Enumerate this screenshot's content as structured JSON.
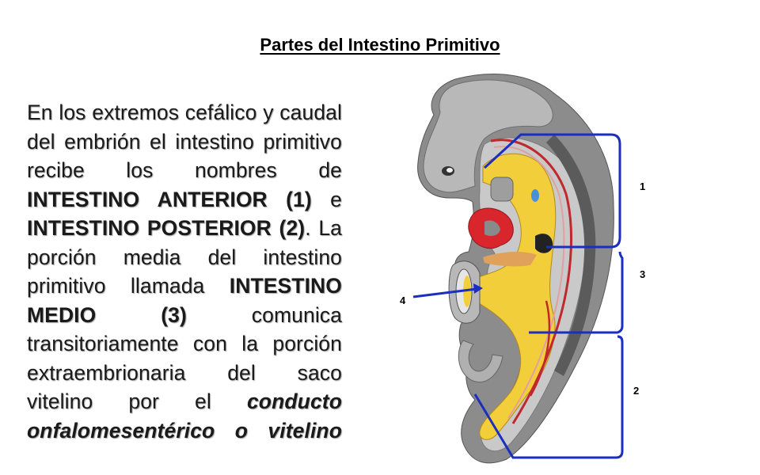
{
  "title": "Partes del Intestino Primitivo",
  "paragraph": {
    "t1": "En los extremos cefálico y caudal del embrión el intestino primitivo recibe los nombres de ",
    "b1": "INTESTINO ANTERIOR (1)",
    "t2": " e ",
    "b2": "INTESTINO POSTERIOR (2)",
    "t3": ". La porción media del intestino primitivo llamada ",
    "b3": "INTESTINO MEDIO (3)",
    "t4": " comunica transitoriamente con la porción extraembrionaria del saco vitelino por el ",
    "i1": "conducto onfalomesentérico o vitelino"
  },
  "diagram": {
    "labels": {
      "anterior": "1",
      "medio": "3",
      "posterior": "2",
      "vitelino": "4"
    },
    "colors": {
      "embryo_gray": "#8c8c8c",
      "embryo_light": "#c9c9c9",
      "gut_yellow": "#f2cf3a",
      "vessel_red": "#c0282d",
      "bracket_blue": "#1a2fbf"
    }
  }
}
